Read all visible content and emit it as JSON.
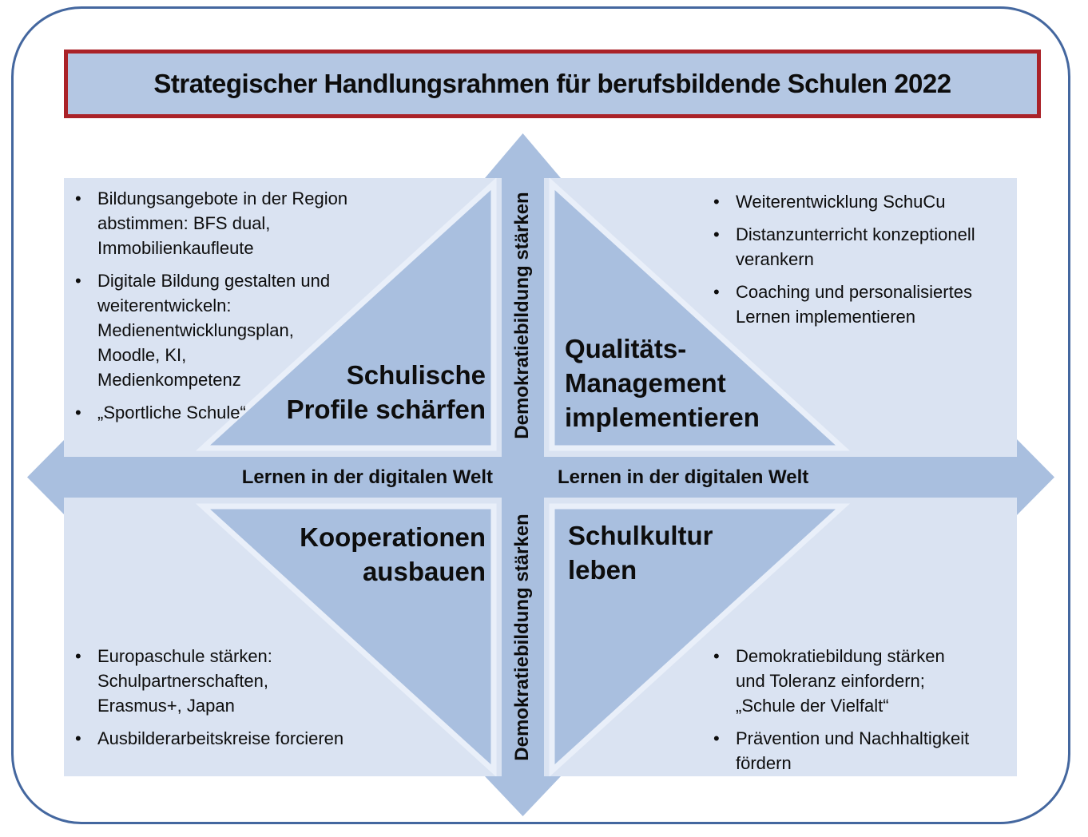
{
  "banner": {
    "title": "Strategischer Handlungsrahmen für berufsbildende Schulen 2022"
  },
  "axes": {
    "vertical_arrow_top_label": "Demokratiebildung stärken",
    "vertical_arrow_bottom_label": "Demokratiebildung stärken",
    "horizontal_arrow_left_label": "Lernen in der digitalen Welt",
    "horizontal_arrow_right_label": "Lernen in der digitalen Welt"
  },
  "quadrants": {
    "top_left": {
      "title_lines": [
        "Schulische",
        "Profile schärfen"
      ],
      "bullets": [
        "Bildungsangebote in der Region\nabstimmen: BFS dual,\nImmobilienkaufleute",
        "Digitale Bildung gestalten und\nweiterentwickeln:\nMedienentwicklungsplan,\nMoodle, KI,\nMedienkompetenz",
        "„Sportliche Schule“"
      ]
    },
    "top_right": {
      "title_lines": [
        "Qualitäts-",
        "Management",
        "implementieren"
      ],
      "bullets": [
        "Weiterentwicklung SchuCu",
        "Distanzunterricht konzeptionell\nverankern",
        "Coaching und personalisiertes\nLernen implementieren"
      ]
    },
    "bottom_left": {
      "title_lines": [
        "Kooperationen",
        "ausbauen"
      ],
      "bullets": [
        "Europaschule stärken:\nSchulpartnerschaften,\nErasmus+, Japan",
        "Ausbilderarbeitskreise forcieren"
      ]
    },
    "bottom_right": {
      "title_lines": [
        "Schulkultur",
        "leben"
      ],
      "bullets": [
        "Demokratiebildung stärken\nund Toleranz einfordern;\n„Schule der Vielfalt“",
        "Prävention und Nachhaltigkeit\nfördern"
      ]
    }
  },
  "bullet_marker": "•",
  "colors": {
    "frame_border": "#44679f",
    "banner_fill": "#b4c7e3",
    "banner_border": "#aa2228",
    "box_fill": "#dae3f2",
    "shape_fill": "#a9bfdf",
    "shape_stroke_light": "#e9eff9",
    "text": "#0d0d0d"
  }
}
